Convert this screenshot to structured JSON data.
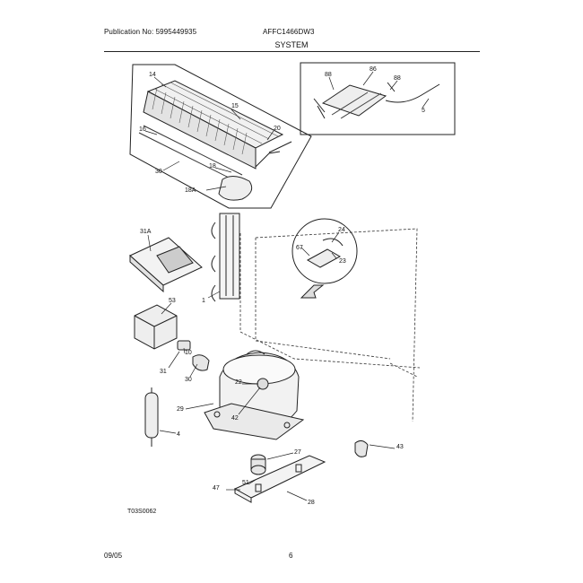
{
  "header": {
    "publication": "Publication No: 5995449935",
    "model": "AFFC1466DW3",
    "section": "SYSTEM"
  },
  "callouts": {
    "c14": "14",
    "c15": "15",
    "c16": "16",
    "c20": "20",
    "c30": "30",
    "c18": "18",
    "c18a": "18A",
    "c88a": "88",
    "c86": "86",
    "c88b": "88",
    "c5": "5",
    "c31a": "31A",
    "c1": "1",
    "c24": "24",
    "c67": "67",
    "c23": "23",
    "c53": "53",
    "c10": "10",
    "c31": "31",
    "c30b": "30",
    "c22": "22",
    "c29": "29",
    "c42": "42",
    "c4": "4",
    "c27": "27",
    "c43": "43",
    "c51": "51",
    "c47": "47",
    "c28": "28"
  },
  "diagram_code": "T03S0062",
  "footer": {
    "date": "09/05",
    "page": "6"
  }
}
